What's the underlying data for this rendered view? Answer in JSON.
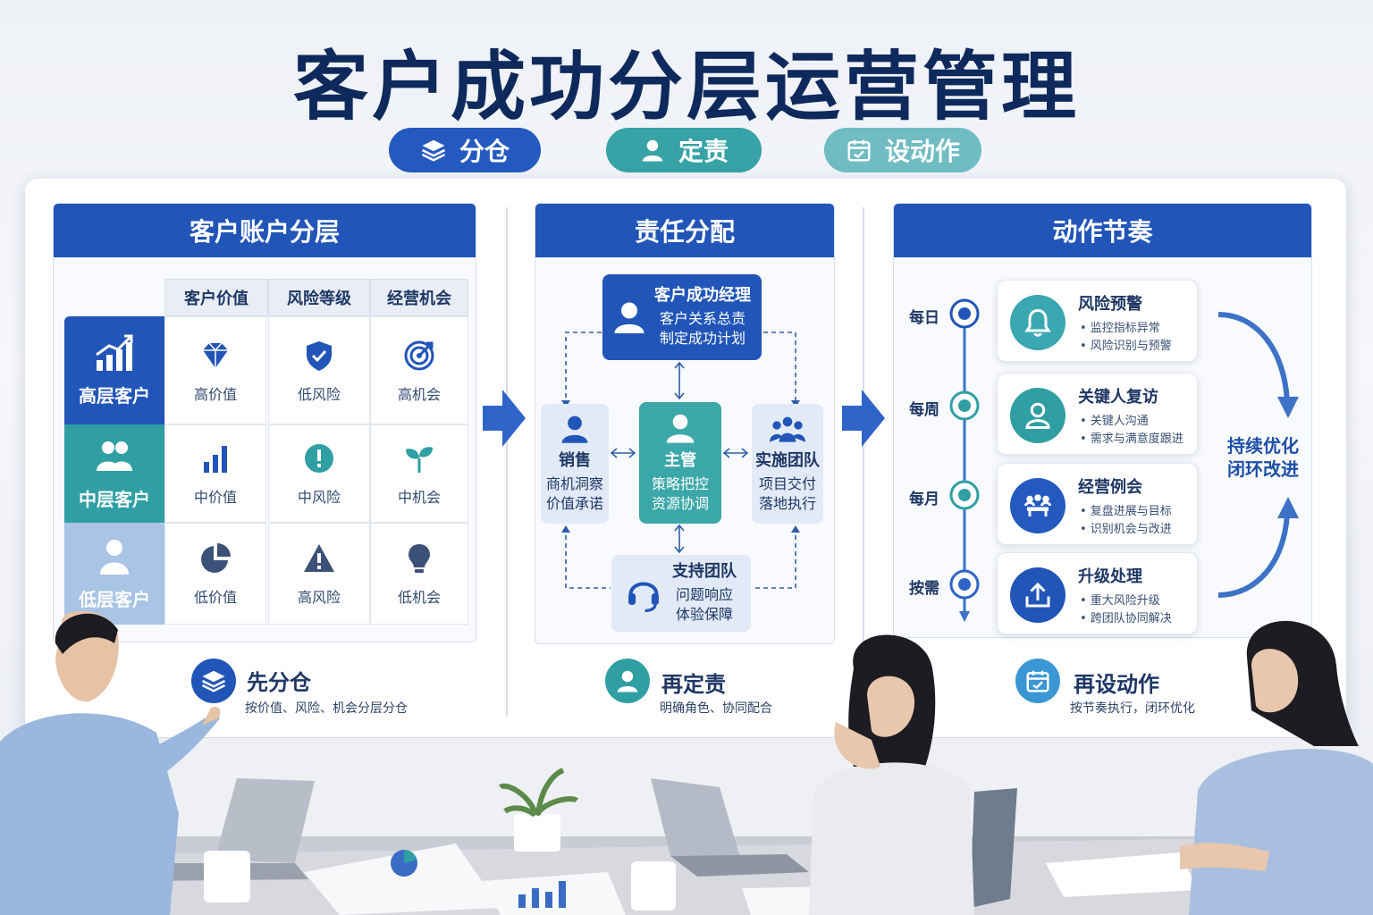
{
  "title": "客户成功分层运营管理",
  "pills": [
    {
      "label": "分仓",
      "icon": "layers-icon",
      "color": "#2459c0"
    },
    {
      "label": "定责",
      "icon": "person-icon",
      "color": "#37a3a6"
    },
    {
      "label": "设动作",
      "icon": "calendar-icon",
      "color": "#6fbcc3"
    }
  ],
  "panel1": {
    "header": "客户账户分层",
    "columns": [
      "客户价值",
      "风险等级",
      "经营机会"
    ],
    "rows": [
      {
        "label": "高层客户",
        "color": "#2155b8",
        "cells": [
          "高价值",
          "低风险",
          "高机会"
        ]
      },
      {
        "label": "中层客户",
        "color": "#2f9fa3",
        "cells": [
          "中价值",
          "中风险",
          "中机会"
        ]
      },
      {
        "label": "低层客户",
        "color": "#a9c4e4",
        "cells": [
          "低价值",
          "高风险",
          "低机会"
        ]
      }
    ]
  },
  "panel2": {
    "header": "责任分配",
    "manager": {
      "title": "客户成功经理",
      "line1": "客户关系总责",
      "line2": "制定成功计划"
    },
    "sales": {
      "title": "销售",
      "line1": "商机洞察",
      "line2": "价值承诺"
    },
    "lead": {
      "title": "主管",
      "line1": "策略把控",
      "line2": "资源协调"
    },
    "delivery": {
      "title": "实施团队",
      "line1": "项目交付",
      "line2": "落地执行"
    },
    "support": {
      "title": "支持团队",
      "line1": "问题响应",
      "line2": "体验保障"
    }
  },
  "panel3": {
    "header": "动作节奏",
    "items": [
      {
        "freq": "每日",
        "title": "风险预警",
        "b1": "• 监控指标异常",
        "b2": "• 风险识别与预警",
        "icon": "bell-icon",
        "color": "#3ba7b0"
      },
      {
        "freq": "每周",
        "title": "关键人复访",
        "b1": "• 关键人沟通",
        "b2": "• 需求与满意度跟进",
        "icon": "person-icon",
        "color": "#2f9fa3"
      },
      {
        "freq": "每月",
        "title": "经营例会",
        "b1": "• 复盘进展与目标",
        "b2": "• 识别机会与改进",
        "icon": "meeting-icon",
        "color": "#2459c0"
      },
      {
        "freq": "按需",
        "title": "升级处理",
        "b1": "• 重大风险升级",
        "b2": "• 跨团队协同解决",
        "icon": "upload-icon",
        "color": "#2155b8"
      }
    ],
    "loop_line1": "持续优化",
    "loop_line2": "闭环改进"
  },
  "bottom": [
    {
      "title": "先分仓",
      "sub": "按价值、风险、机会分层分仓",
      "icon": "layers-icon",
      "color": "#2155b8"
    },
    {
      "title": "再定责",
      "sub": "明确角色、协同配合",
      "icon": "person-icon",
      "color": "#2f9fa3"
    },
    {
      "title": "再设动作",
      "sub": "按节奏执行，闭环优化",
      "icon": "calendar-icon",
      "color": "#3b97d4"
    }
  ]
}
